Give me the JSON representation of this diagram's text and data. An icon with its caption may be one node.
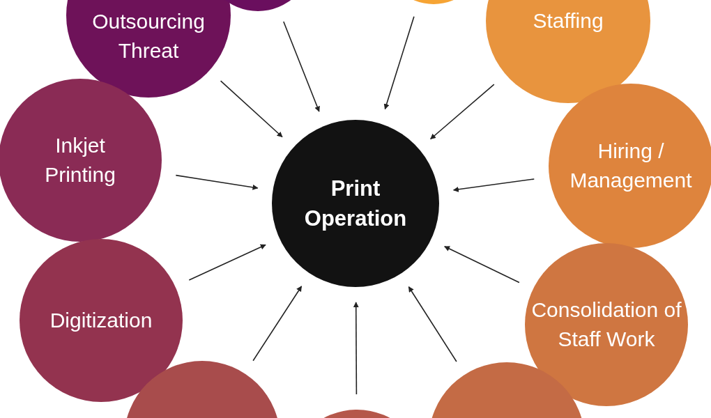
{
  "diagram": {
    "nodes": [
      {
        "text": [
          "Outsourcing Threat"
        ]
      },
      {
        "text": [],
        "shape": "circle"
      },
      {
        "text": [],
        "shape": "circle"
      },
      {
        "text": [
          "Staffing"
        ]
      },
      {
        "text": [
          "Inkjet Printing"
        ]
      },
      {
        "text": [
          "Print Operation"
        ]
      },
      {
        "text": [
          "Hiring / Management"
        ]
      },
      {
        "text": [
          "Digitization"
        ]
      },
      {
        "text": [
          "Consolidation of Staff Work"
        ]
      },
      {
        "text": [],
        "shape": "circle"
      },
      {
        "text": [],
        "shape": "circle"
      },
      {
        "text": [],
        "shape": "circle"
      }
    ],
    "edges": [
      {
        "from": 0,
        "to": 5,
        "arrow": "to"
      },
      {
        "from": 1,
        "to": 5,
        "arrow": "to"
      },
      {
        "from": 2,
        "to": 5,
        "arrow": "to"
      },
      {
        "from": 3,
        "to": 5,
        "arrow": "to"
      },
      {
        "from": 4,
        "to": 5,
        "arrow": "to"
      },
      {
        "from": 6,
        "to": 5,
        "arrow": "to"
      },
      {
        "from": 7,
        "to": 5,
        "arrow": "to"
      },
      {
        "from": 8,
        "to": 5,
        "arrow": "to"
      },
      {
        "from": 9,
        "to": 5,
        "arrow": "to"
      },
      {
        "from": 10,
        "to": 5,
        "arrow": "to"
      },
      {
        "from": 11,
        "to": 5,
        "arrow": "to"
      }
    ]
  }
}
